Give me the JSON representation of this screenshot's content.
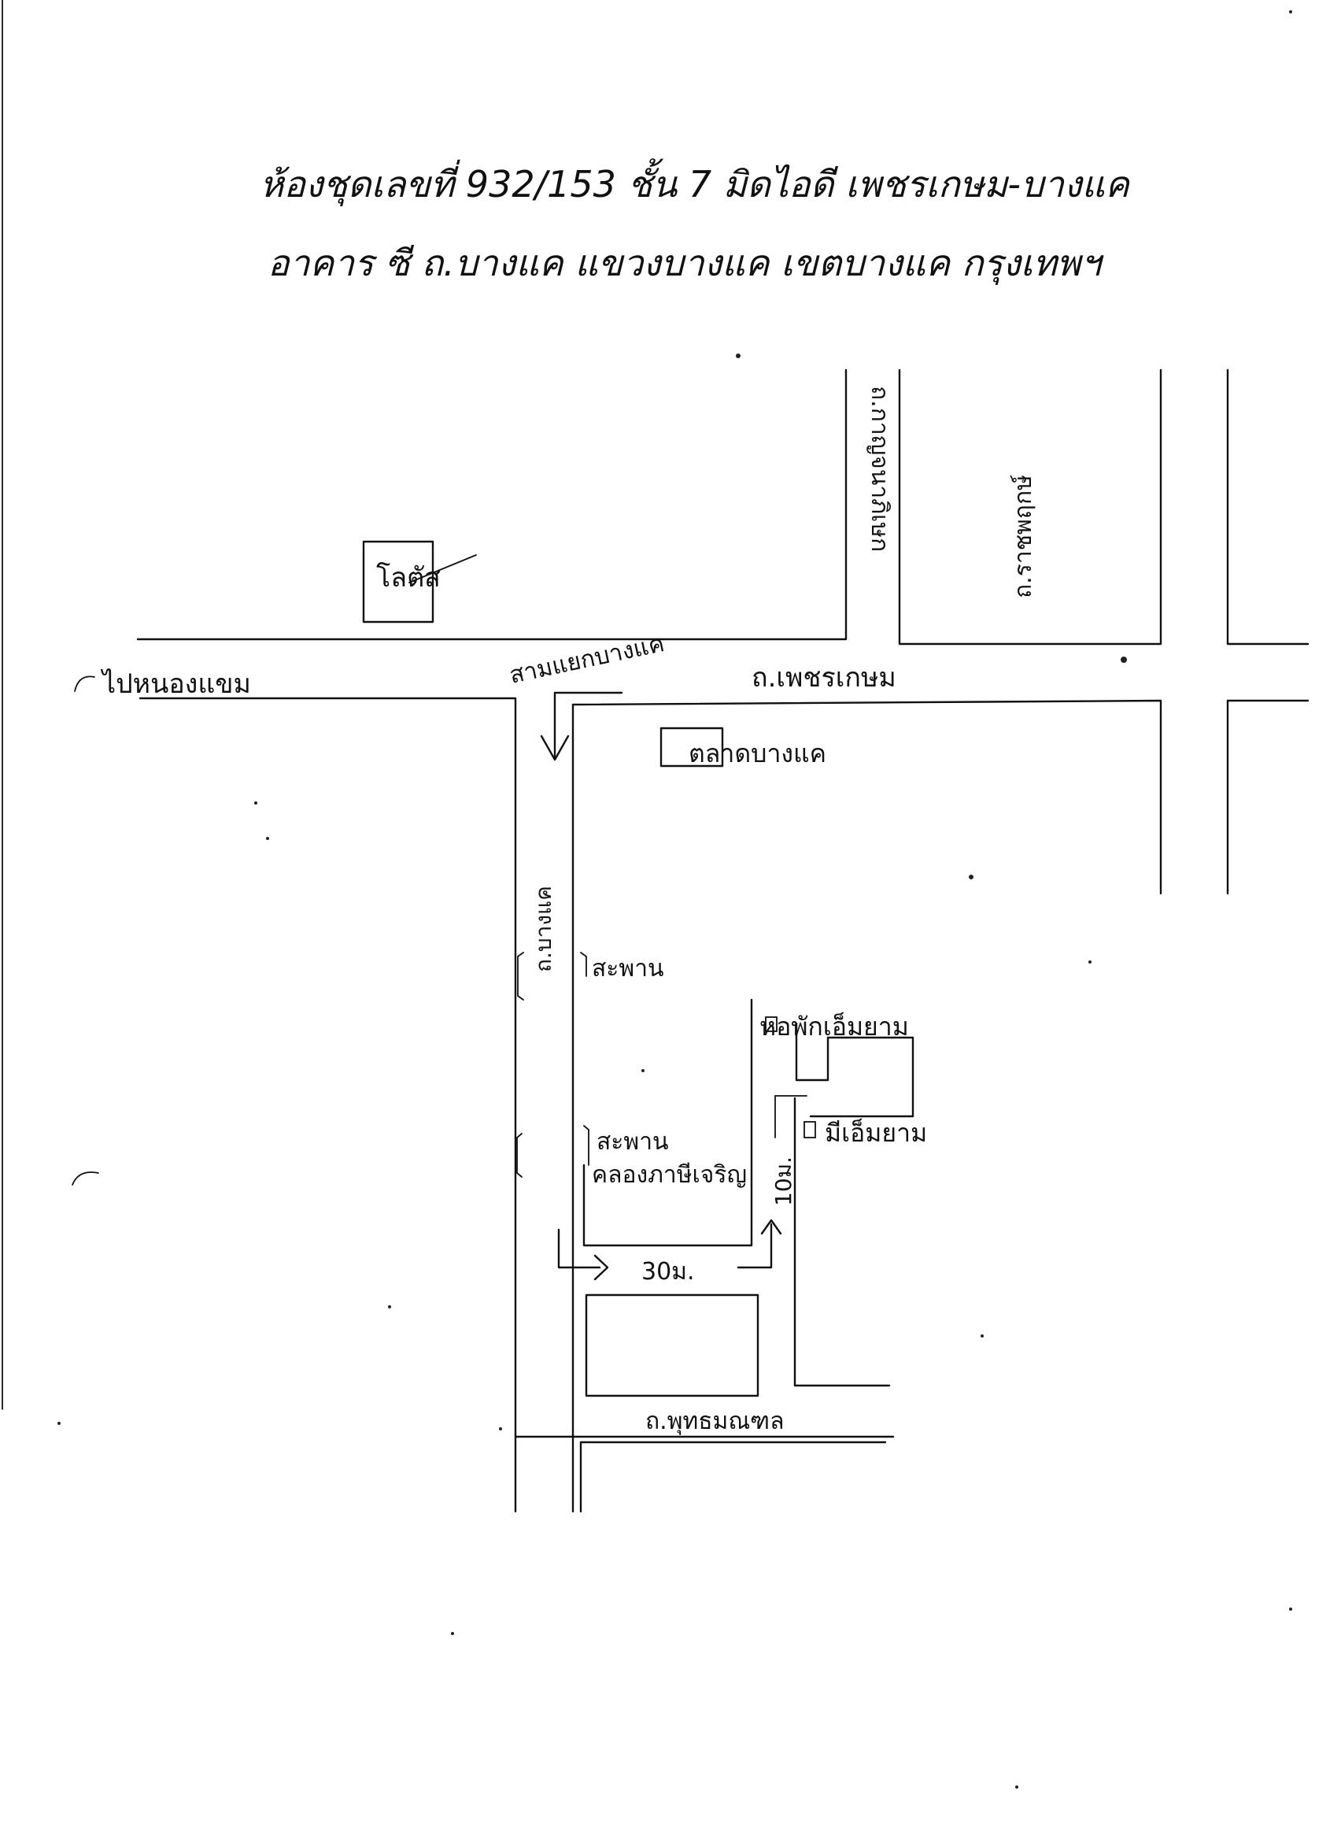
{
  "header": {
    "line1": "ห้องชุดเลขที่ 932/153 ชั้น 7 มิดไอดี เพชรเกษม-บางแค",
    "line2": "อาคาร ซี ถ.บางแค แขวงบางแค เขตบางแค กรุงเทพฯ"
  },
  "map": {
    "road_phetkasem": "ถ.เพชรเกษม",
    "road_left_origin": "ไปหนองแขม",
    "junction_bangkhae": "สามแยกบางแค",
    "lotus_store": "โลตัส",
    "bangkhae_market": "ตลาดบางแค",
    "road_kanlapaphruek": "ถ.กาญจนาภิเษก",
    "road_ratchaphruek": "ถ.ราชพฤกษ์",
    "road_side_vertical": "ถ.บางแค",
    "bridge_1": "สะพาน",
    "bridge_2_line1": "สะพาน",
    "bridge_2_line2": "คลองภาษีเจริญ",
    "dormitory_top": "หอพักเอ็มยาม",
    "dormitory_bottom": "มีเอ็มยาม",
    "distance_10m": "10ม.",
    "distance_30m": "30ม.",
    "road_bottom": "ถ.พุทธมณฑล"
  }
}
